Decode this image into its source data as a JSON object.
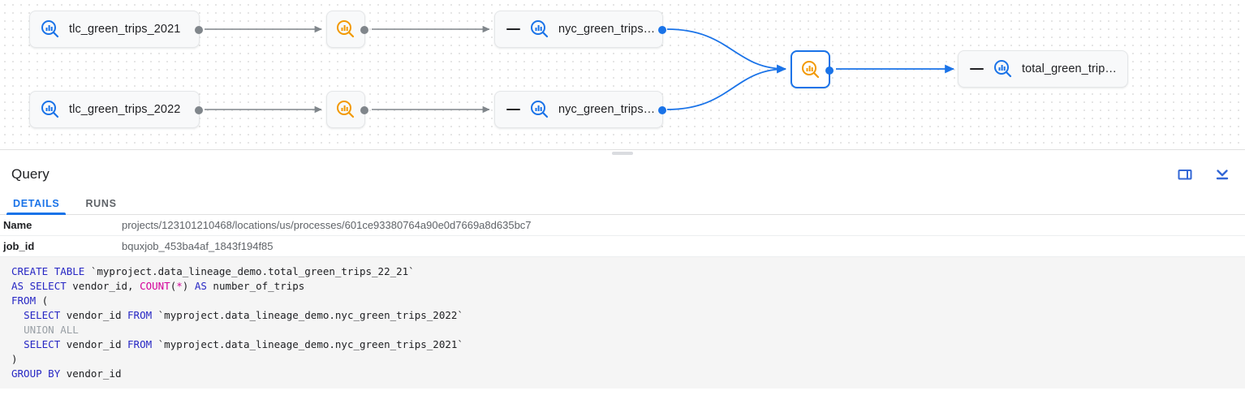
{
  "lineage": {
    "nodes": [
      {
        "id": "tlc-2021",
        "label": "tlc_green_trips_2021",
        "type": "dataset",
        "icon": "dataset-search-icon"
      },
      {
        "id": "tlc-2022",
        "label": "tlc_green_trips_2022",
        "type": "dataset",
        "icon": "dataset-search-icon"
      },
      {
        "id": "proc-1",
        "label": "",
        "type": "process",
        "icon": "process-search-icon"
      },
      {
        "id": "proc-2",
        "label": "",
        "type": "process",
        "icon": "process-search-icon"
      },
      {
        "id": "nyc-2021",
        "label": "nyc_green_trips…",
        "type": "dataset",
        "icon": "dataset-search-icon"
      },
      {
        "id": "nyc-2022",
        "label": "nyc_green_trips…",
        "type": "dataset",
        "icon": "dataset-search-icon"
      },
      {
        "id": "proc-3",
        "label": "",
        "type": "process",
        "icon": "process-search-icon",
        "selected": true
      },
      {
        "id": "total",
        "label": "total_green_trip…",
        "type": "dataset",
        "icon": "dataset-search-icon"
      }
    ],
    "colors": {
      "dataset_icon": "#1a73e8",
      "process_icon": "#f29900",
      "selected_border": "#1a73e8",
      "edge_gray": "#80868b",
      "edge_blue": "#1a73e8"
    }
  },
  "panel": {
    "title": "Query",
    "actions": [
      {
        "name": "side-panel-toggle",
        "icon": "side-panel-icon"
      },
      {
        "name": "collapse-panel",
        "icon": "collapse-down-icon"
      }
    ],
    "tabs": [
      {
        "label": "DETAILS",
        "active": true
      },
      {
        "label": "RUNS",
        "active": false
      }
    ],
    "details": [
      {
        "key": "Name",
        "value": "projects/123101210468/locations/us/processes/601ce93380764a90e0d7669a8d635bc7"
      },
      {
        "key": "job_id",
        "value": "bquxjob_453ba4af_1843f194f85"
      }
    ]
  },
  "code": {
    "language": "sql",
    "lines": [
      "CREATE TABLE `myproject.data_lineage_demo.total_green_trips_22_21`",
      "AS SELECT vendor_id, COUNT(*) AS number_of_trips",
      "FROM (",
      "  SELECT vendor_id FROM `myproject.data_lineage_demo.nyc_green_trips_2022`",
      "  UNION ALL",
      "  SELECT vendor_id FROM `myproject.data_lineage_demo.nyc_green_trips_2021`",
      ")",
      "GROUP BY vendor_id"
    ]
  }
}
